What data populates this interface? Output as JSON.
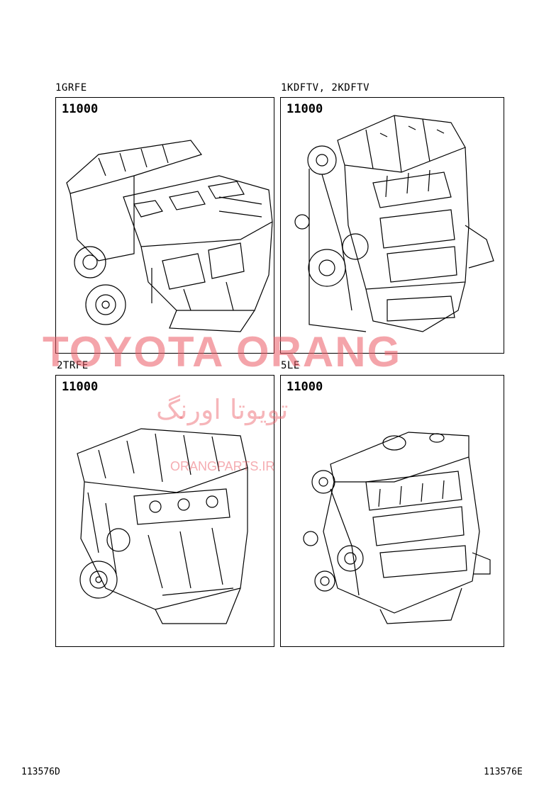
{
  "panels": [
    {
      "engine_label": "1GRFE",
      "part_number": "11000",
      "icon": "v6-engine-assembly-icon"
    },
    {
      "engine_label": "1KDFTV, 2KDFTV",
      "part_number": "11000",
      "icon": "diesel-engine-assembly-icon"
    },
    {
      "engine_label": "2TRFE",
      "part_number": "11000",
      "icon": "inline4-engine-assembly-icon"
    },
    {
      "engine_label": "5LE",
      "part_number": "11000",
      "icon": "diesel-5le-engine-assembly-icon"
    }
  ],
  "watermark": {
    "main": "TOYOTA ORANG",
    "persian": "تویوتا اورنگ",
    "site": "ORANGPARTS.IR",
    "color": "#eb5a64"
  },
  "footer": {
    "left_code": "113576D",
    "right_code": "113576E"
  }
}
